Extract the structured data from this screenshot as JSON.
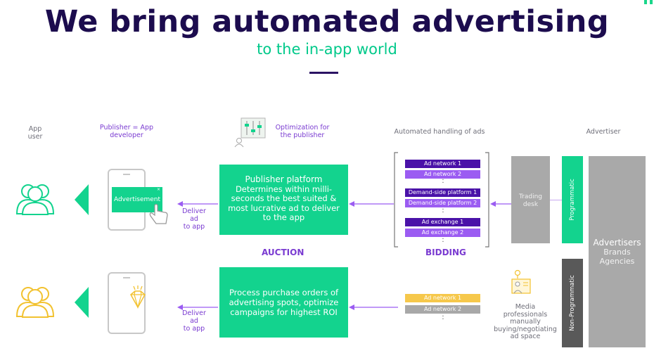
{
  "header": {
    "title": "We bring automated advertising",
    "subtitle": "to the in-app world"
  },
  "columns": {
    "app_user": "App\nuser",
    "publisher": "Publisher = App\ndeveloper",
    "optimization": "Optimization for\nthe publisher",
    "automated": "Automated handling of ads",
    "advertiser": "Advertiser"
  },
  "top_row": {
    "phone_label": "Advertisement",
    "deliver": "Deliver ad\nto app",
    "platform_title": "Publisher platform",
    "platform_text": "Determines within milli-\nseconds the best suited &\nmost lucrative ad to deliver\nto the app",
    "auction": "AUCTION",
    "bidding": "BIDDING",
    "bars": [
      "Ad network 1",
      "Ad network 2",
      "Demand-side platform 1",
      "Demand-side platform 2",
      "Ad exchange 1",
      "Ad exchange 2"
    ],
    "trading_desk": "Trading\ndesk",
    "programmatic": "Programmatic"
  },
  "bottom_row": {
    "deliver": "Deliver ad\nto app",
    "process_text": "Process purchase orders of\nadvertising spots, optimize\ncampaigns for highest ROI",
    "bars": [
      "Ad network 1",
      "Ad network 2"
    ],
    "media_text": "Media\nprofessionals\nmanually\nbuying/negotiating\nad space",
    "non_programmatic": "Non-Programmatic"
  },
  "advertisers": {
    "title": "Advertisers",
    "line1": "Brands",
    "line2": "Agencies"
  },
  "colors": {
    "title": "#1c0c4e",
    "accent_green": "#13d38e",
    "accent_purple": "#7a3bd1",
    "bar_dark_purple": "#4a12a8",
    "bar_light_purple": "#9b5cf2",
    "bar_yellow": "#f6c84b",
    "bar_gray": "#a8a8a8",
    "panel_gray": "#a9a9a9",
    "panel_dark": "#595959"
  }
}
